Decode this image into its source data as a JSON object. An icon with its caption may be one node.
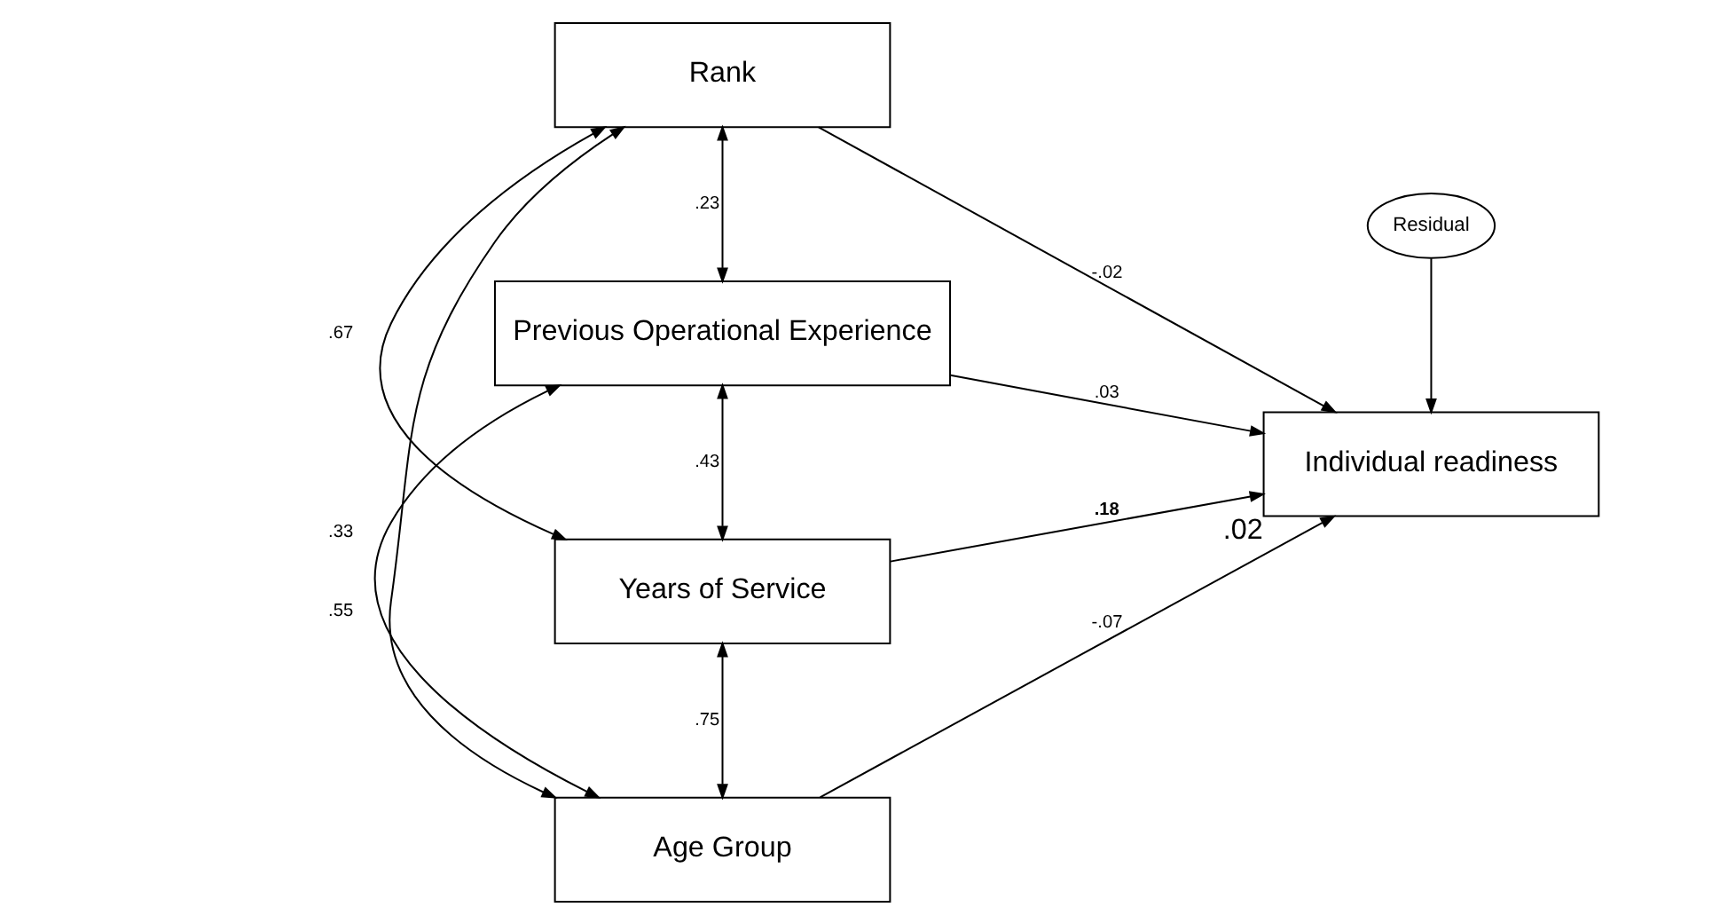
{
  "diagram": {
    "nodes": [
      {
        "text": [
          "Rank"
        ]
      },
      {
        "text": [
          "Previous Operational Experience"
        ]
      },
      {
        "text": [
          "Years of Service"
        ]
      },
      {
        "text": [
          "Age Group"
        ]
      },
      {
        "text": [
          "Residual"
        ]
      },
      {
        "text": [
          "Individual readiness"
        ],
        "beside": [
          ".02"
        ]
      }
    ],
    "edges": [
      {
        "from": 0,
        "to": 5,
        "arrow": "to",
        "label": "-.02"
      },
      {
        "from": 1,
        "to": 5,
        "arrow": "to",
        "label": ".03"
      },
      {
        "from": 2,
        "to": 5,
        "arrow": "to",
        "label": "**.18**"
      },
      {
        "from": 3,
        "to": 5,
        "arrow": "to",
        "label": "-.07"
      },
      {
        "from": 4,
        "to": 5,
        "arrow": "to"
      },
      {
        "from": 0,
        "to": 1,
        "arrow": "both",
        "label": ".23"
      },
      {
        "from": 1,
        "to": 2,
        "arrow": "both",
        "label": ".43"
      },
      {
        "from": 2,
        "to": 3,
        "arrow": "both",
        "label": ".75"
      },
      {
        "from": 0,
        "to": 2,
        "arrow": "both",
        "label": ".67"
      },
      {
        "from": 1,
        "to": 3,
        "arrow": "both",
        "label": ".33"
      },
      {
        "from": 0,
        "to": 3,
        "arrow": "both",
        "label": ".55"
      }
    ]
  }
}
